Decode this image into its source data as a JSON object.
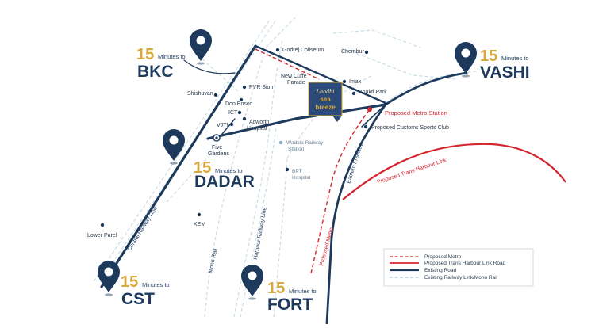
{
  "colors": {
    "navy": "#1d3a5c",
    "gold": "#d6a93a",
    "red": "#d4262f",
    "rail": "#c8dce6",
    "brand_tile": "#2b4a78"
  },
  "project": {
    "brand_line1": "Labdhi",
    "brand_line2": "sea",
    "brand_line3": "breeze"
  },
  "destinations": [
    {
      "id": "bkc",
      "number": "15",
      "minutes_label": "Minutes to",
      "name": "BKC"
    },
    {
      "id": "vashi",
      "number": "15",
      "minutes_label": "Minutes to",
      "name": "VASHI"
    },
    {
      "id": "dadar",
      "number": "15",
      "minutes_label": "Minutes to",
      "name": "DADAR"
    },
    {
      "id": "cst",
      "number": "15",
      "minutes_label": "Minutes to",
      "name": "CST"
    },
    {
      "id": "fort",
      "number": "15",
      "minutes_label": "Minutes to",
      "name": "FORT"
    }
  ],
  "landmarks": {
    "godrej": "Godrej Coliseum",
    "chembur": "Chembur",
    "new_cuffe_1": "New Cuffe",
    "new_cuffe_2": "Parade",
    "imax": "Imax",
    "bhakti_park": "Bhakti Park",
    "pvr_sion": "PVR Sion",
    "shishuvan": "Shishuvan",
    "don_bosco": "Don Bosco",
    "ict": "ICT",
    "acworth_1": "Acworth",
    "acworth_2": "Hospital",
    "vjti": "VJTI",
    "five_gardens_1": "Five",
    "five_gardens_2": "Gardens",
    "wadala_1": "Wadala Railway",
    "wadala_2": "Station",
    "bpt_1": "BPT",
    "bpt_2": "Hospital",
    "kem": "KEM",
    "lower_parel": "Lower Parel",
    "proposed_metro_station": "Proposed Metro Station",
    "proposed_customs": "Proposed Customs Sports Club"
  },
  "route_labels": {
    "central_railway": "Central Railway Line",
    "harbour_railway": "Harbour Railway Line",
    "mono_rail": "Mono Rail",
    "eastern_freeway": "Eastern Freeway",
    "proposed_metro": "Proposed Metro",
    "trans_harbour": "Proposed Trans Harbour Link"
  },
  "legend": [
    {
      "style": "red-dashed",
      "label": "Proposed Metro"
    },
    {
      "style": "red-solid",
      "label": "Proposed Trans Harbour Link Road"
    },
    {
      "style": "navy-solid",
      "label": "Existing Road"
    },
    {
      "style": "rail-dashed",
      "label": "Existing Railway Link/Mono Rail"
    }
  ]
}
